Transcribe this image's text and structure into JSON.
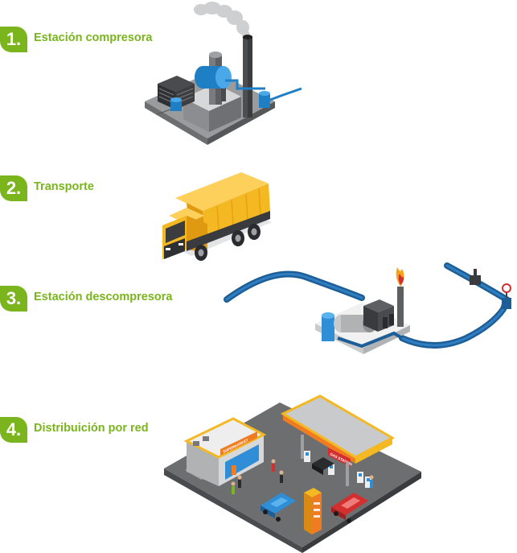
{
  "steps": [
    {
      "number": "1.",
      "label": "Estación compresora"
    },
    {
      "number": "2.",
      "label": "Transporte"
    },
    {
      "number": "3.",
      "label": "Estación descompresora"
    },
    {
      "number": "4.",
      "label": "Distribuición por red"
    }
  ],
  "signs": {
    "shop": "SUPERMARKET",
    "canopy": "GAS STATION"
  },
  "colors": {
    "accent_green": "#7ab51d",
    "truck_yellow": "#f4b823",
    "pipe_blue": "#1e5e96",
    "ground_gray": "#6d6e70"
  },
  "icons": [
    "compressor-station-icon",
    "dump-truck-icon",
    "decompressor-station-icon",
    "gas-station-icon"
  ]
}
